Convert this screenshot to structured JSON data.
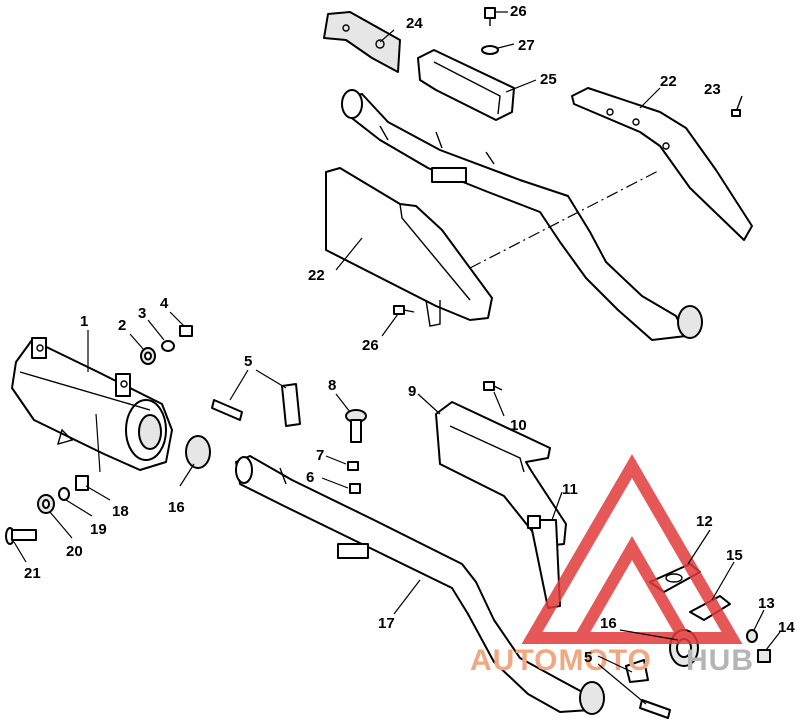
{
  "diagram": {
    "callouts": {
      "c1": "1",
      "c2": "2",
      "c3": "3",
      "c4": "4",
      "c5a": "5",
      "c5b": "5",
      "c6": "6",
      "c7": "7",
      "c8": "8",
      "c9": "9",
      "c10": "10",
      "c11": "11",
      "c12": "12",
      "c13": "13",
      "c14": "14",
      "c15": "15",
      "c16a": "16",
      "c16b": "16",
      "c17": "17",
      "c18": "18",
      "c19": "19",
      "c20": "20",
      "c21": "21",
      "c22a": "22",
      "c22b": "22",
      "c23": "23",
      "c24": "24",
      "c25": "25",
      "c26a": "26",
      "c26b": "26",
      "c27": "27"
    },
    "watermark": {
      "text_a": "AUTOMOTO",
      "text_b": "HUB",
      "color_a": "#f0a882",
      "color_b": "#b5b5b5",
      "logo_color": "#e23a3a"
    }
  }
}
